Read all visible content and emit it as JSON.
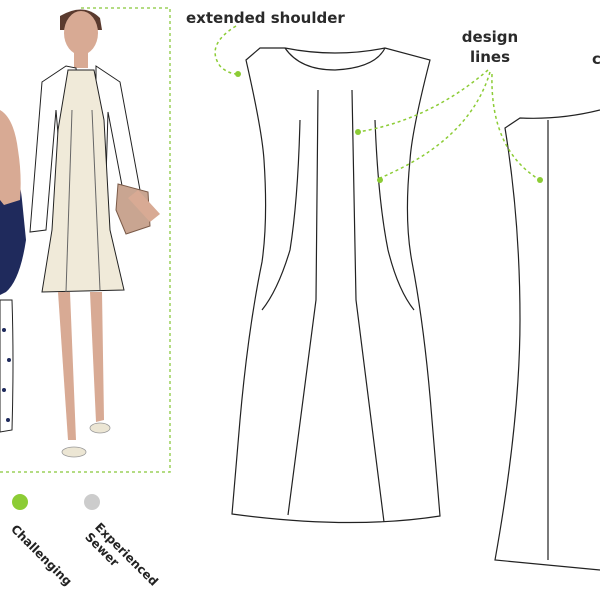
{
  "annotations": {
    "extended_shoulder": "extended shoulder",
    "design_lines_1": "design",
    "design_lines_2": "lines",
    "cut_off": "c"
  },
  "skill_levels": [
    {
      "label": "Challenging",
      "color": "#8ccc35"
    },
    {
      "label_line1": "Experienced",
      "label_line2": "Sewer",
      "color": "#cccccc"
    }
  ],
  "colors": {
    "accent_green": "#8ccc35",
    "dashed_border": "#9bd15a",
    "outline": "#222222",
    "dress_fabric": "#f0ead9",
    "skin": "#d8aa94",
    "bag": "#c9a591",
    "navy": "#1f2a5c"
  }
}
